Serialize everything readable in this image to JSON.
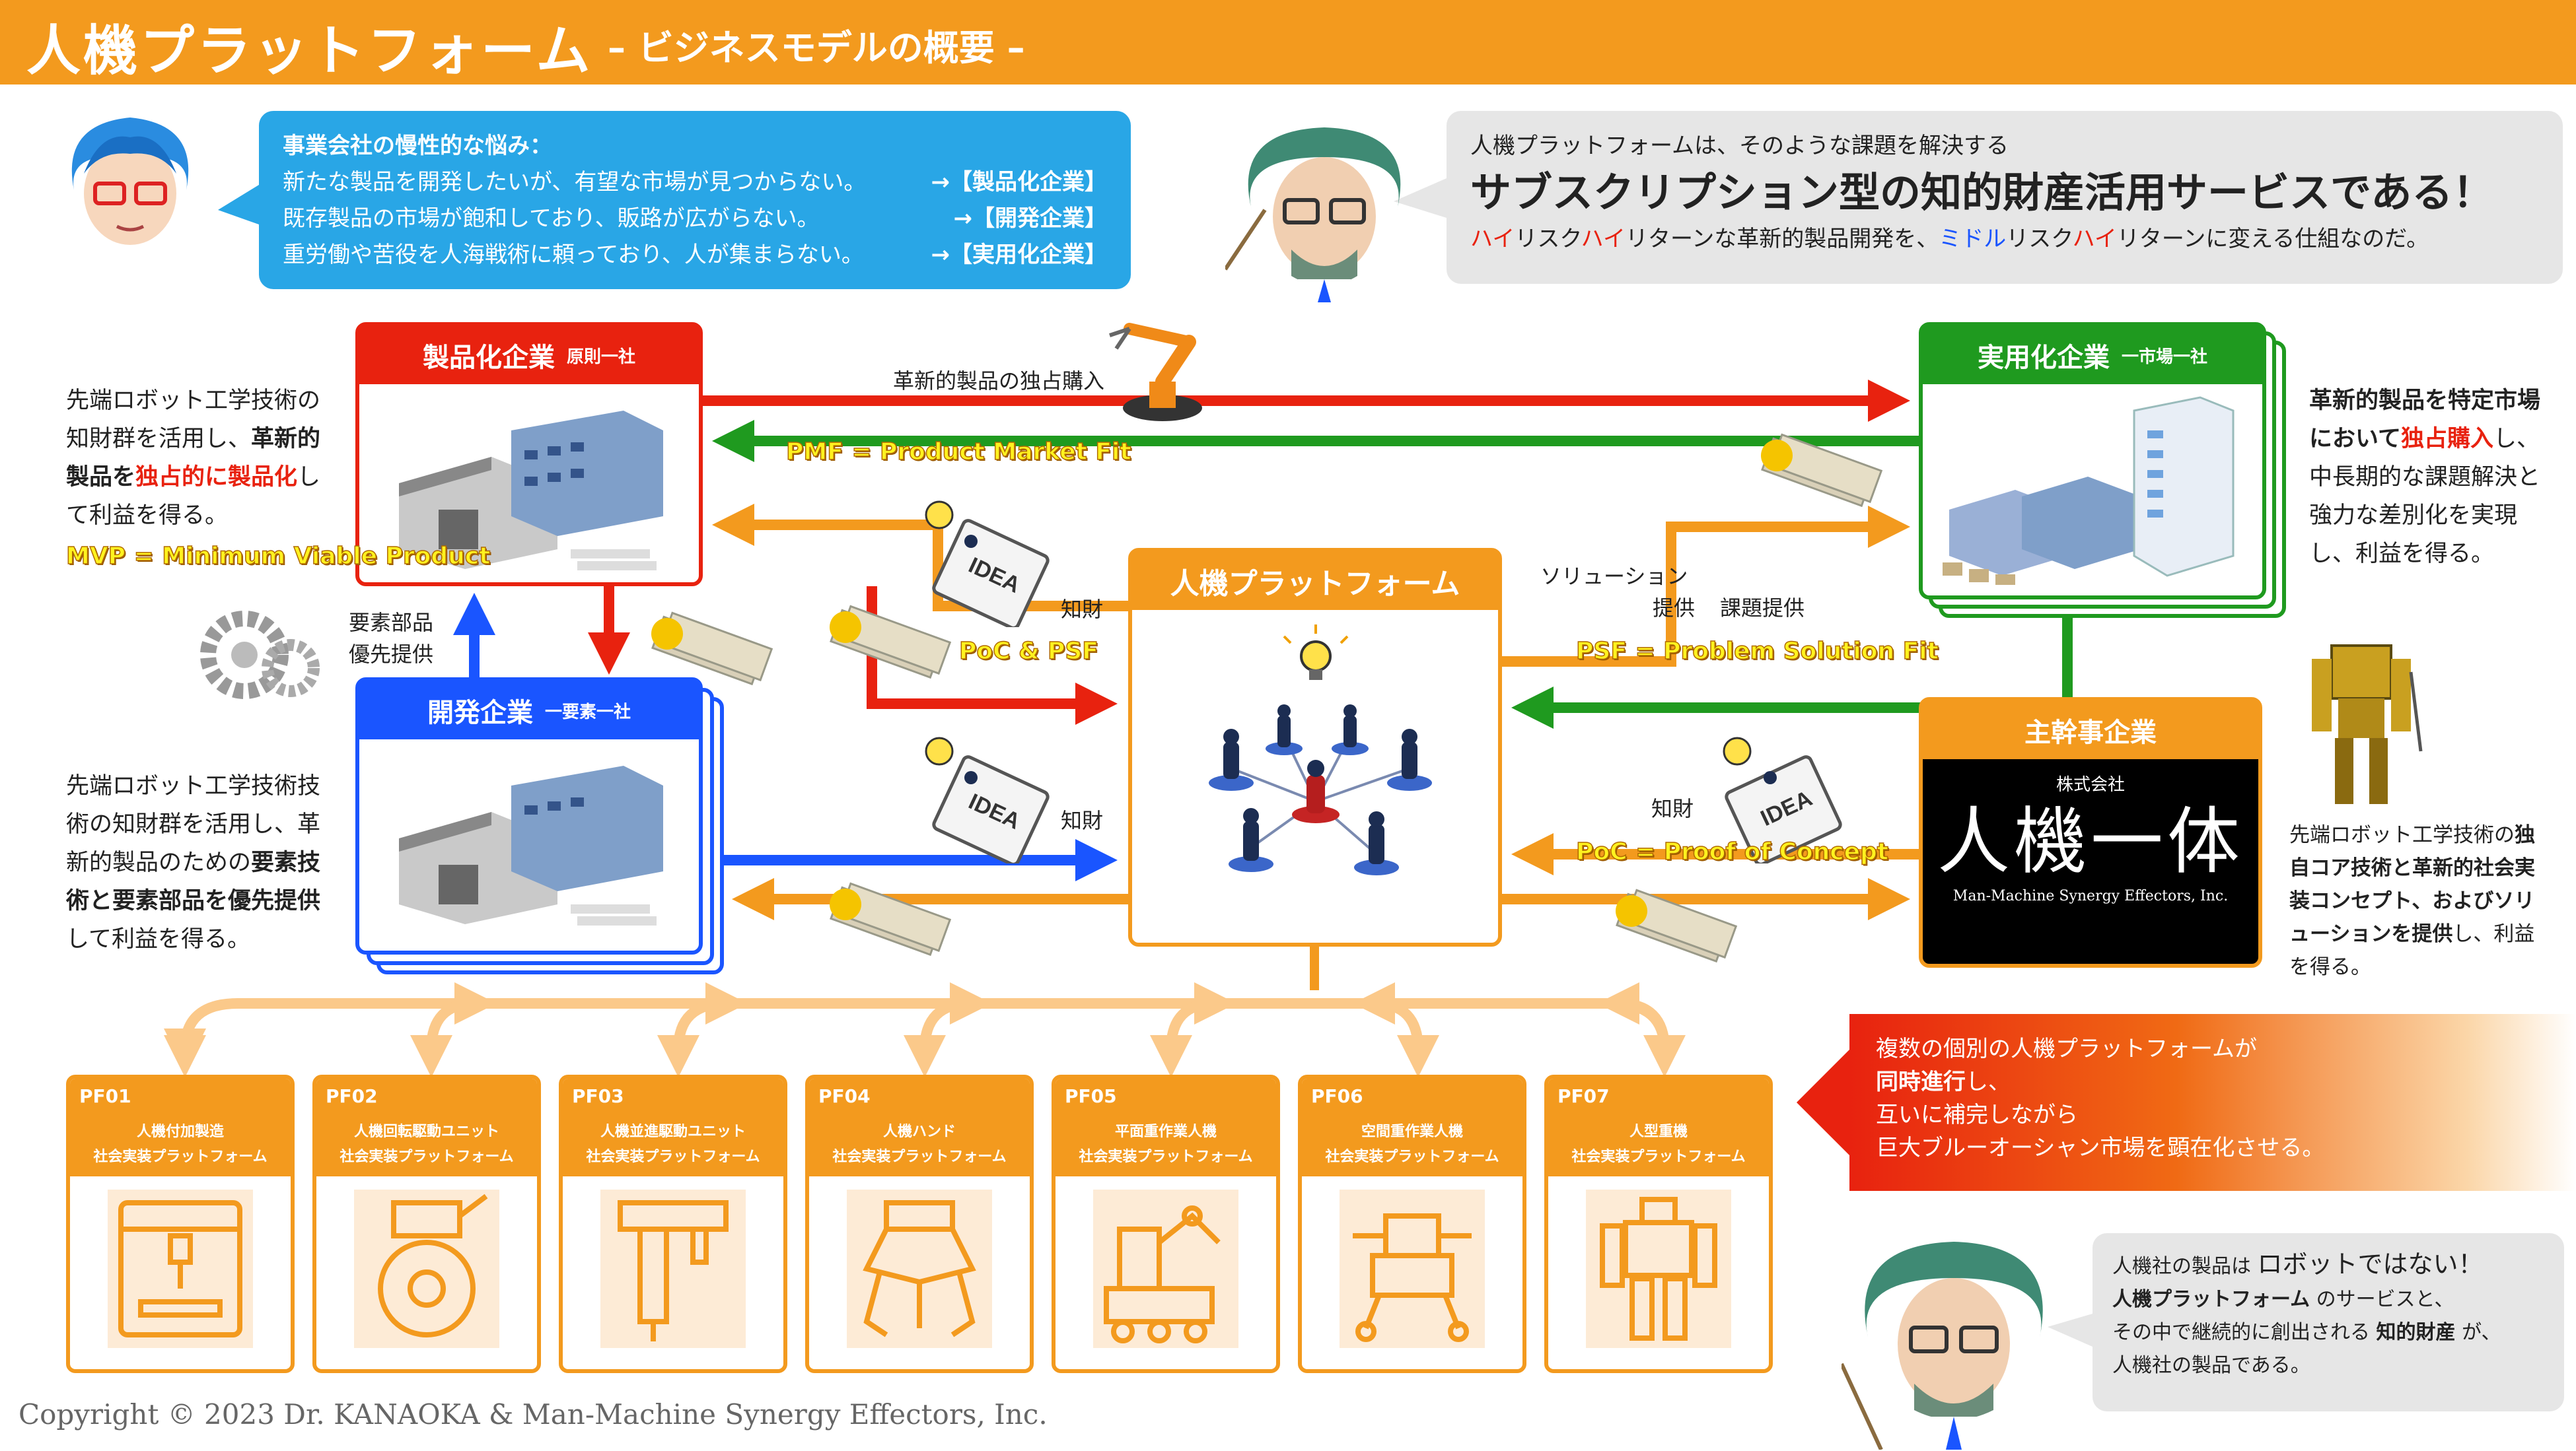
{
  "header": {
    "title": "人機プラットフォーム",
    "subtitle": "– ビジネスモデルの概要 –"
  },
  "bubble_left": {
    "lead": "事業会社の慢性的な悩み：",
    "lines": [
      {
        "text": "新たな製品を開発したいが、有望な市場が見つからない。",
        "tag": "→【製品化企業】"
      },
      {
        "text": "既存製品の市場が飽和しており、販路が広がらない。",
        "tag": "→【開発企業】"
      },
      {
        "text": "重労働や苦役を人海戦術に頼っており、人が集まらない。",
        "tag": "→【実用化企業】"
      }
    ]
  },
  "bubble_right": {
    "line1": "人機プラットフォームは、そのような課題を解決する",
    "line2": "サブスクリプション型の知的財産活用サービスである！",
    "line3": {
      "a1": "ハイ",
      "b1": "リスク",
      "a2": "ハイ",
      "b2": "リターンな革新的製品開発を、",
      "c1": "ミドル",
      "d1": "リスク",
      "c2": "ハイ",
      "d2": "リターンに変える仕組なのだ。"
    }
  },
  "seihin": {
    "title": "製品化企業",
    "sub": "原則一社"
  },
  "kaihatsu": {
    "title": "開発企業",
    "sub": "一要素一社"
  },
  "jitsuyou": {
    "title": "実用化企業",
    "sub": "一市場一社"
  },
  "center": {
    "title": "人機プラットフォーム"
  },
  "shukan": {
    "title": "主幹事企業",
    "logo_small": "株式会社",
    "logo_big": "人機一体",
    "logo_en": "Man-Machine Synergy Effectors, Inc."
  },
  "text_seihin": {
    "l1": "先端ロボット工学技術の",
    "l2a": "知財群を活用し、",
    "l2b": "革新的",
    "l3a": "製品を",
    "l3b": "独占的に製品化",
    "l3c": "し",
    "l4": "て利益を得る。"
  },
  "text_kaihatsu": {
    "l1": "先端ロボット工学技術技",
    "l2": "術の知財群を活用し、革",
    "l3a": "新的製品のための",
    "l3b": "要素技",
    "l4a": "術と要素部品を優先提供",
    "l5": "して利益を得る。"
  },
  "text_jitsu": {
    "l1": "革新的製品を特定市場",
    "l2a": "において",
    "l2b": "独占購入",
    "l2c": "し、",
    "l3": "中長期的な課題解決と",
    "l4": "強力な差別化を実現",
    "l5": "し、利益を得る。"
  },
  "text_shukan": {
    "l1a": "先端ロボット工学技術の",
    "l1b": "独",
    "l2": "自コア技術と革新的社会実",
    "l3": "装コンセプト、およびソリ",
    "l4a": "ューションを提供",
    "l4b": "し、利益",
    "l5": "を得る。"
  },
  "flow_labels": {
    "dokusen": "革新的製品の独占購入",
    "youso": "要素部品",
    "yusen": "優先提供",
    "chizai1": "知財",
    "chizai2": "知財",
    "chizai3": "知財",
    "solution": "ソリューション",
    "teikyo": "提供",
    "kadai": "課題提供"
  },
  "yellow_labels": {
    "pmf": "PMF = Product Market Fit",
    "mvp": "MVP = Minimum Viable Product",
    "pocpsf": "PoC & PSF",
    "psf": "PSF = Problem Solution Fit",
    "poc": "PoC = Proof of Concept"
  },
  "platforms": [
    {
      "id": "PF01",
      "l1": "人機付加製造",
      "l2": "社会実装プラットフォーム",
      "icon": "3d-printer-icon"
    },
    {
      "id": "PF02",
      "l1": "人機回転駆動ユニット",
      "l2": "社会実装プラットフォーム",
      "icon": "motor-icon"
    },
    {
      "id": "PF03",
      "l1": "人機並進駆動ユニット",
      "l2": "社会実装プラットフォーム",
      "icon": "linear-actuator-icon"
    },
    {
      "id": "PF04",
      "l1": "人機ハンド",
      "l2": "社会実装プラットフォーム",
      "icon": "robot-hand-icon"
    },
    {
      "id": "PF05",
      "l1": "平面重作業人機",
      "l2": "社会実装プラットフォーム",
      "icon": "ground-robot-icon"
    },
    {
      "id": "PF06",
      "l1": "空間重作業人機",
      "l2": "社会実装プラットフォーム",
      "icon": "aerial-robot-icon"
    },
    {
      "id": "PF07",
      "l1": "人型重機",
      "l2": "社会実装プラットフォーム",
      "icon": "humanoid-robot-icon"
    }
  ],
  "pf_note": {
    "l1": "複数の個別の人機プラットフォームが",
    "l2a": "同時進行",
    "l2b": "し、",
    "l3": "互いに補完しながら",
    "l4": "巨大ブルーオーシャン市場を顕在化させる。"
  },
  "bubble_bottom": {
    "l1a": "人機社の製品は ",
    "l1b": "ロボットではない！",
    "l2a": "人機プラットフォーム",
    "l2b": " のサービスと、",
    "l3a": "その中で継続的に創出される ",
    "l3b": "知的財産",
    "l3c": " が、",
    "l4": "人機社の製品である。"
  },
  "copyright": "Copyright © 2023 Dr. KANAOKA & Man-Machine Synergy Effectors, Inc.",
  "colors": {
    "orange": "#f39a1e",
    "red": "#e8220f",
    "blue": "#1a55ff",
    "green": "#1f9a1f",
    "sky": "#29a6e6",
    "yellow": "#fff21f"
  }
}
